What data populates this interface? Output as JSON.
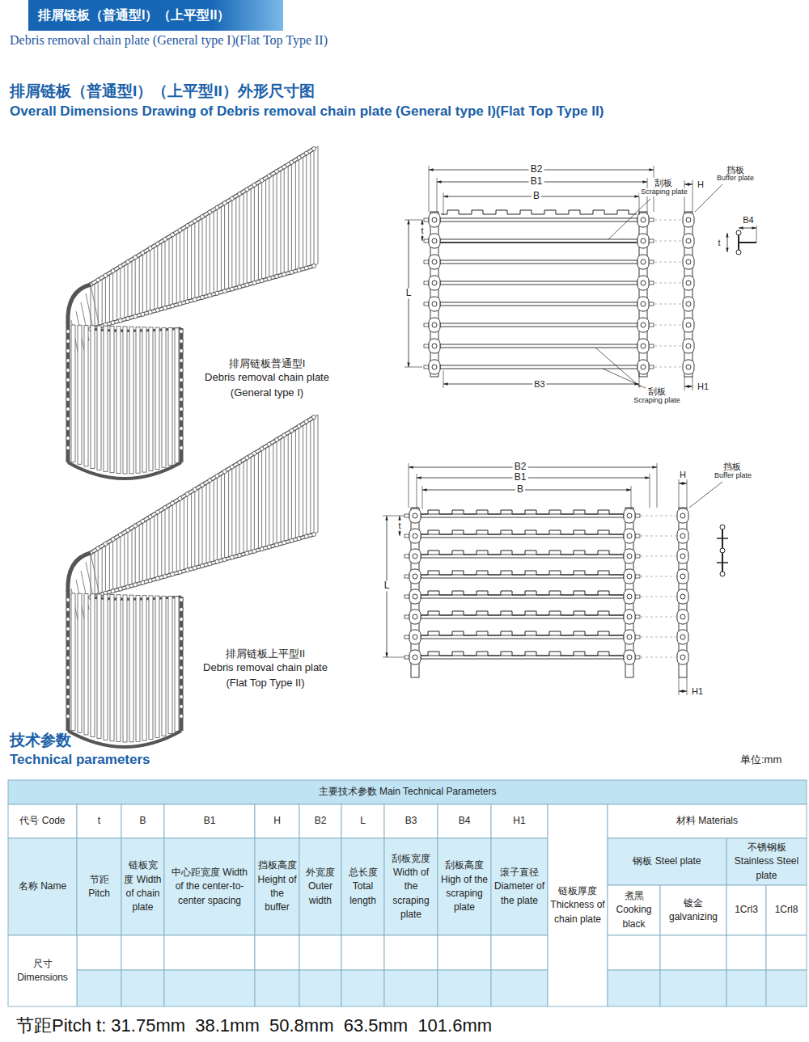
{
  "diagram": {
    "title": "排屑链板（普通型I）（上平型II）外形尺寸图",
    "nodes": [
      {
        "text": [
          "排屑链板（普通型I）（上平型II）"
        ]
      }
    ],
    "labels": [
      "Debris removal chain plate (General type I)(Flat Top Type II)",
      "Overall Dimensions Drawing of Debris removal chain plate (General type I)(Flat Top Type II)",
      "排屑链板普通型I",
      "Debris removal chain plate",
      "(General type I)",
      "排屑链板上平型II",
      "Debris removal chain plate",
      "(Flat Top Type II)",
      "B2",
      "B1",
      "B",
      "刮板",
      "Scraping plate",
      "H",
      "挡板",
      "Buffer plate",
      "B4",
      "t",
      "t",
      "L",
      "B3",
      "刮板",
      "Scraping plate",
      "H1",
      "B2",
      "B1",
      "B",
      "挡板",
      "Buffer plate",
      "H",
      "t",
      "L",
      "H1",
      "技术参数",
      "Technical parameters",
      "单位:mm",
      "主要技术参数 Main Technical Parameters",
      "代号 Code",
      "t",
      "B",
      "B1",
      "H",
      "B2",
      "L",
      "B3",
      "B4",
      "H1",
      "材料 Materials",
      "名称 Name",
      "节距 Pitch",
      "链板宽度 Width of chain plate",
      "中心距宽度 Width of the center-to-center spacing",
      "挡板高度 Height of the buffer",
      "外宽度 Outer width",
      "总长度 Total length",
      "刮板宽度 Width of the scraping plate",
      "刮板高度 High of the scraping plate",
      "滚子直径 Diameter of the plate",
      "链板厚度 Thickness of chain plate",
      "钢板 Steel plate",
      "不锈钢板 Stainless Steel plate",
      "煮黑 Cooking black",
      "镀金 galvanizing",
      "1Crl3",
      "1Crl8",
      "尺寸 Dimensions",
      "节距Pitch t: 31.75mm  38.1mm  50.8mm  63.5mm  101.6mm"
    ]
  }
}
